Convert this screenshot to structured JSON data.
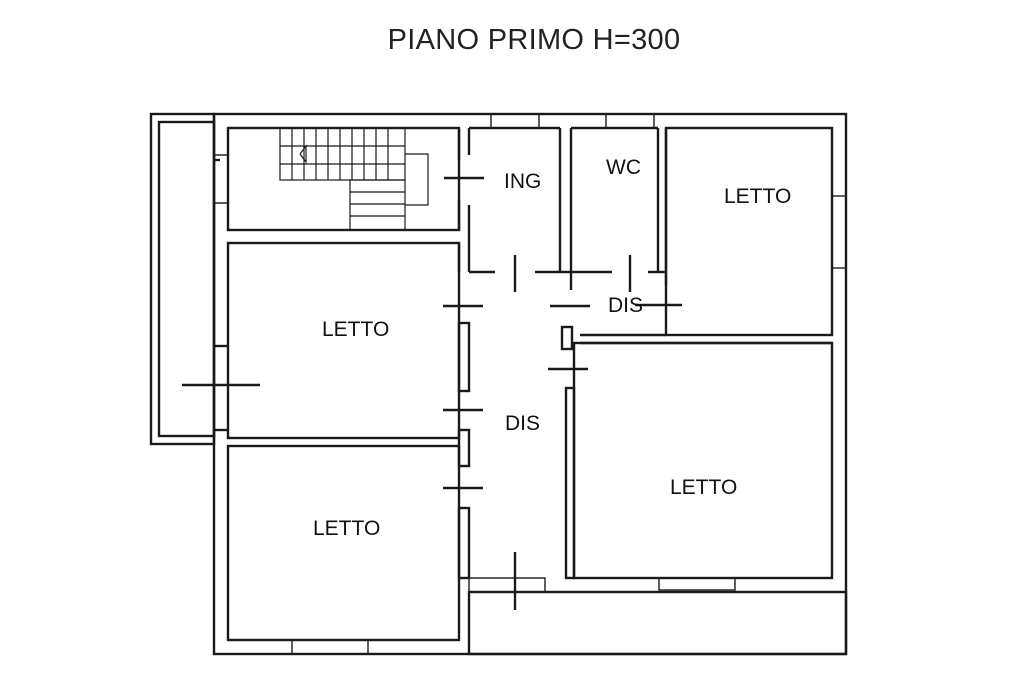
{
  "title": "PIANO PRIMO H=300",
  "rooms": [
    {
      "label": "ING"
    },
    {
      "label": "WC"
    },
    {
      "label": "LETTO"
    },
    {
      "label": "DIS"
    },
    {
      "label": "LETTO"
    },
    {
      "label": "DIS"
    },
    {
      "label": "LETTO"
    },
    {
      "label": "LETTO"
    }
  ],
  "colors": {
    "wall": "#1a1a1a",
    "background": "#ffffff"
  }
}
